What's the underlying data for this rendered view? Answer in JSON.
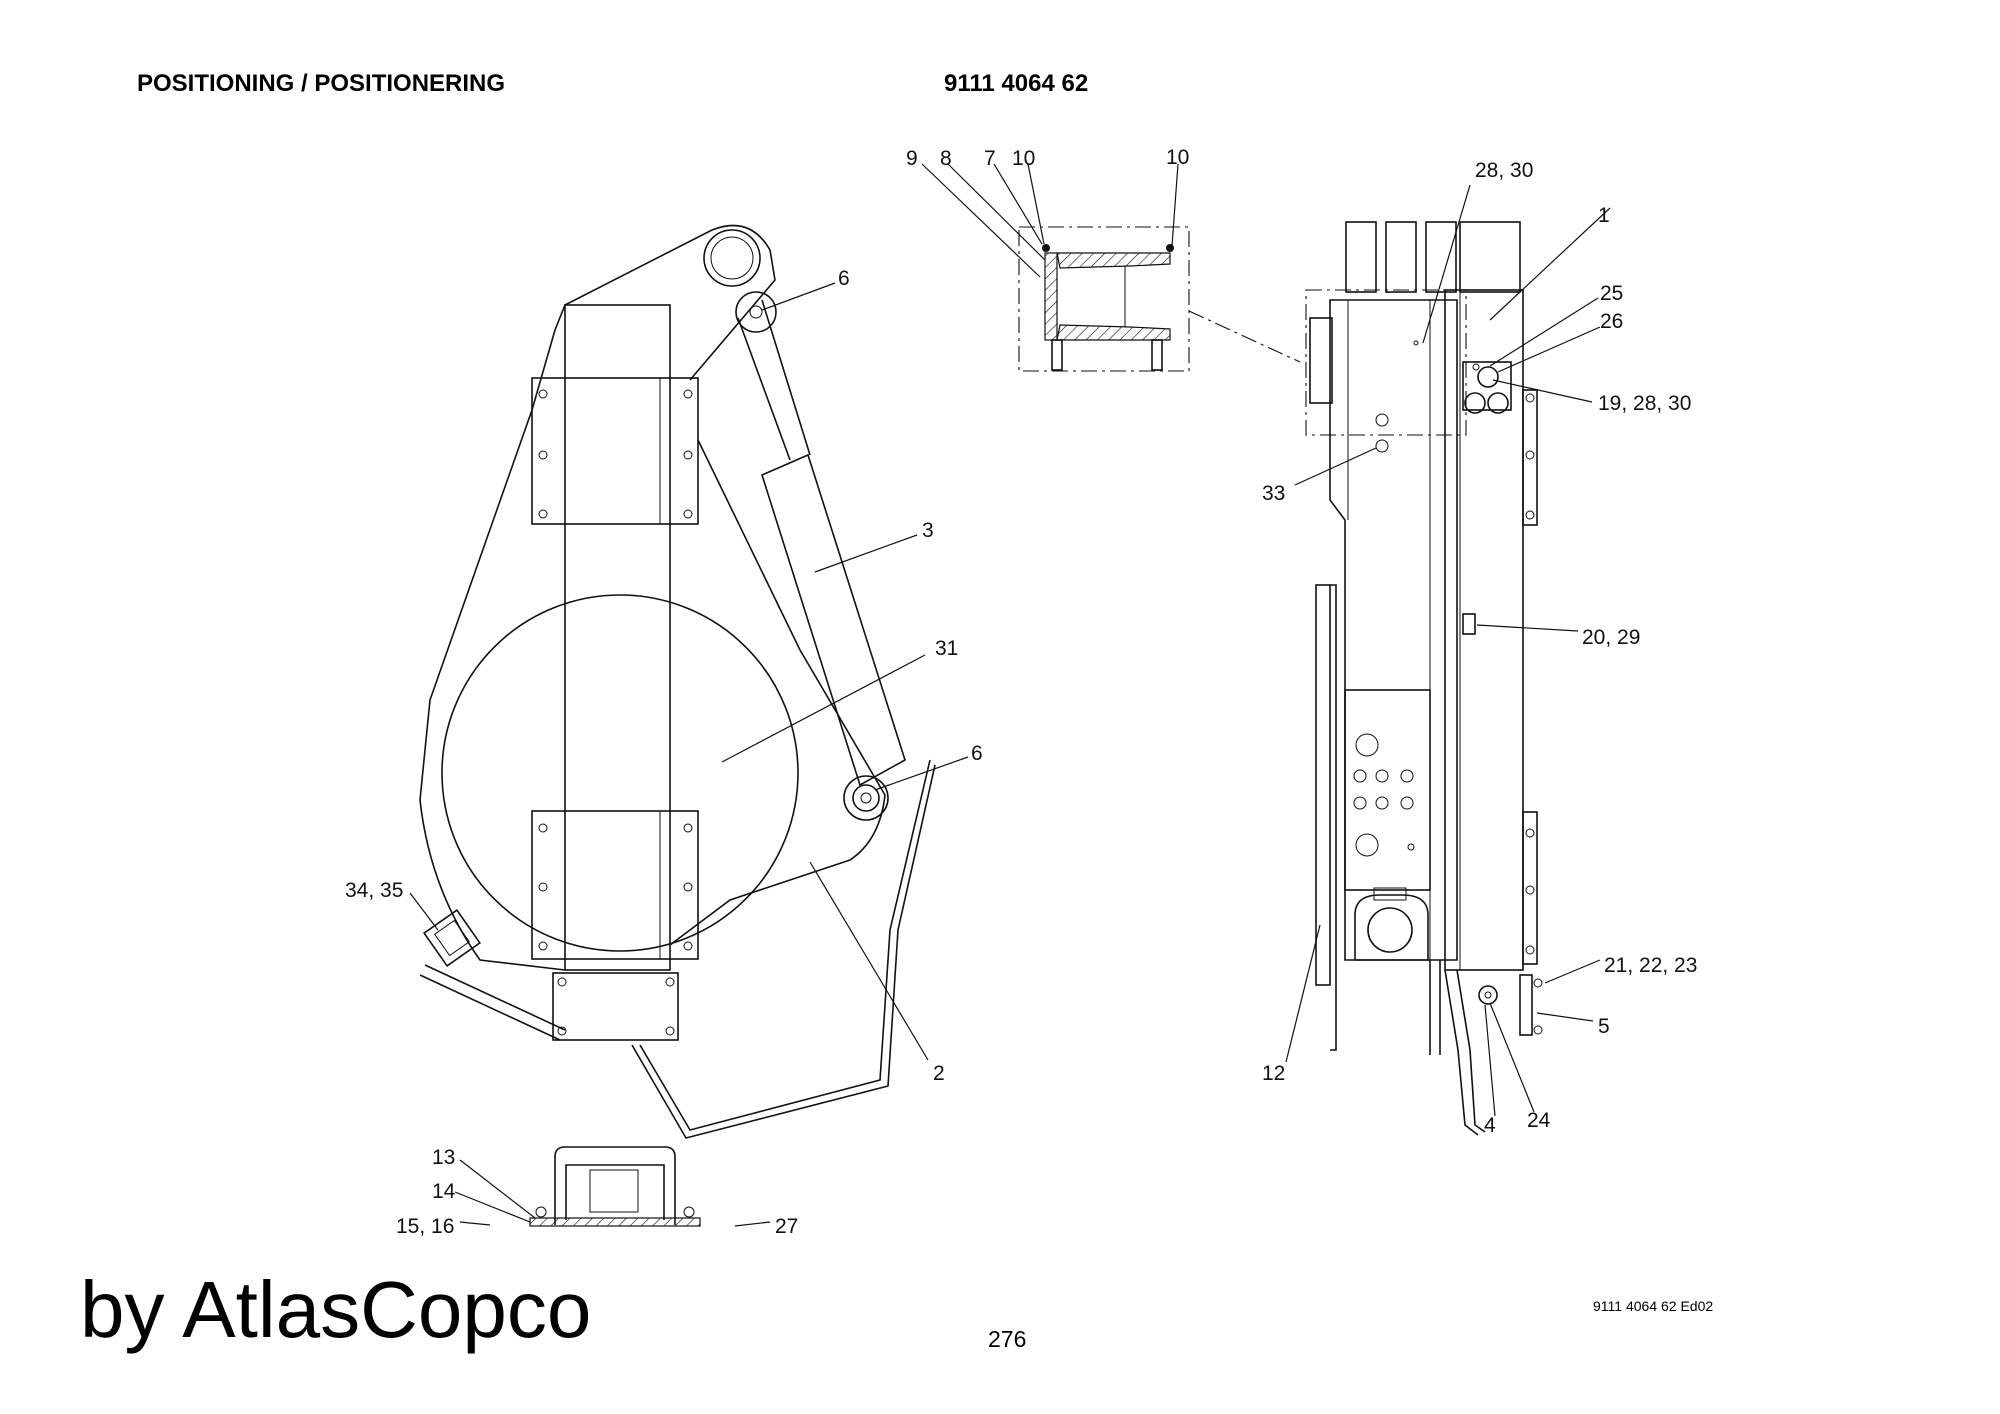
{
  "header": {
    "title": "POSITIONING / POSITIONERING",
    "part_number": "9111 4064 62"
  },
  "callouts": {
    "c1": "1",
    "c2": "2",
    "c3": "3",
    "c4": "4",
    "c5": "5",
    "c6a": "6",
    "c6b": "6",
    "c7": "7",
    "c8": "8",
    "c9": "9",
    "c10a": "10",
    "c10b": "10",
    "c12": "12",
    "c13": "13",
    "c14": "14",
    "c15_16": "15, 16",
    "c19_28_30": "19, 28, 30",
    "c20_29": "20, 29",
    "c21_22_23": "21, 22, 23",
    "c24": "24",
    "c25": "25",
    "c26": "26",
    "c27": "27",
    "c28_30": "28, 30",
    "c31": "31",
    "c33": "33",
    "c34_35": "34, 35"
  },
  "footer": {
    "brand": "by AtlasCopco",
    "page_number": "276",
    "doc_code": "9111 4064 62 Ed02"
  }
}
